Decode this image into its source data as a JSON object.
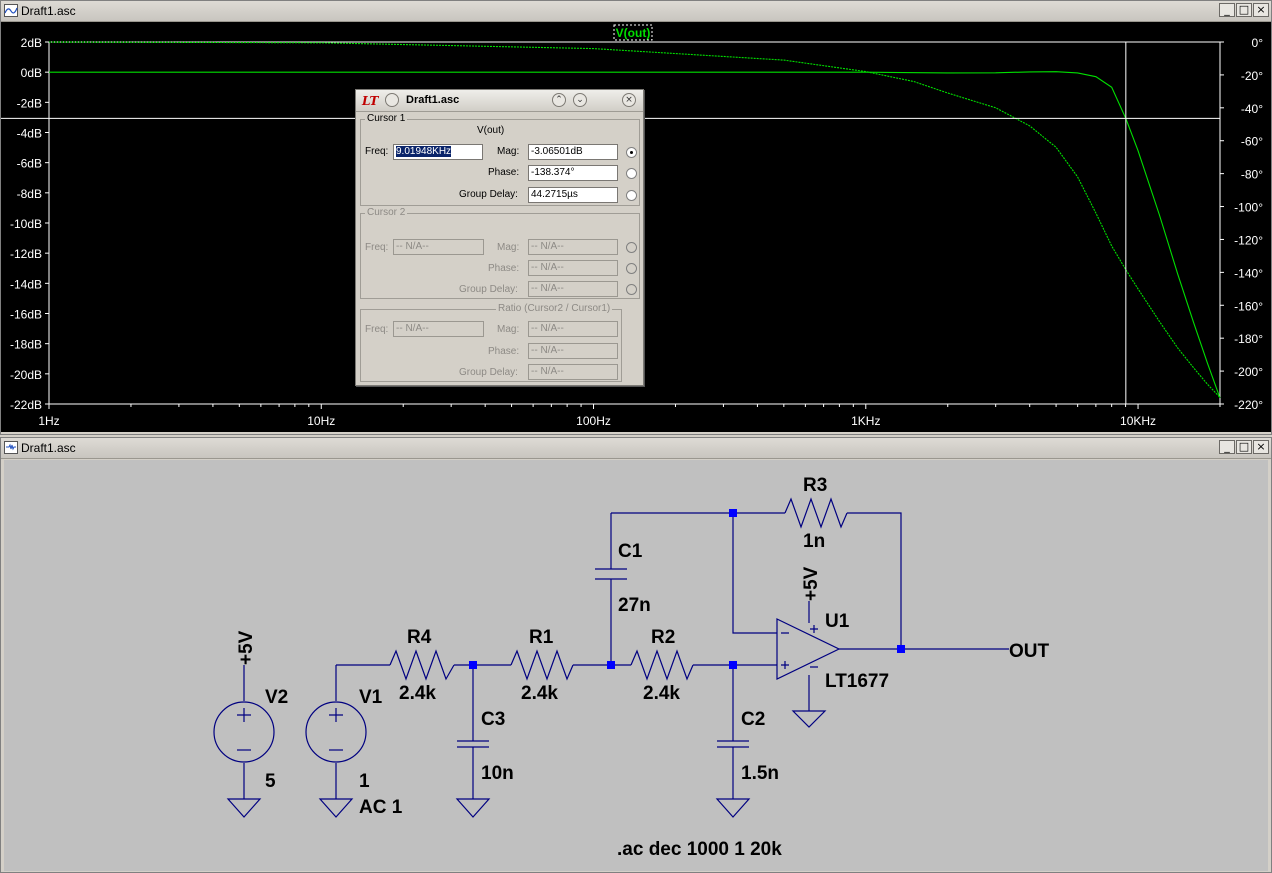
{
  "plot_window": {
    "title": "Draft1.asc",
    "trace_label": "V(out)"
  },
  "chart_data": {
    "type": "line",
    "title": "",
    "trace": "V(out)",
    "x_scale": "log",
    "xlim": [
      1,
      20000
    ],
    "x_ticks": [
      1,
      10,
      100,
      1000,
      10000
    ],
    "x_tick_labels": [
      "1Hz",
      "10Hz",
      "100Hz",
      "1KHz",
      "10KHz"
    ],
    "ylim_left": [
      -22,
      2
    ],
    "y_ticks_left": [
      2,
      0,
      -2,
      -4,
      -6,
      -8,
      -10,
      -12,
      -14,
      -16,
      -18,
      -20,
      -22
    ],
    "y_tick_labels_left": [
      "2dB",
      "0dB",
      "-2dB",
      "-4dB",
      "-6dB",
      "-8dB",
      "-10dB",
      "-12dB",
      "-14dB",
      "-16dB",
      "-18dB",
      "-20dB",
      "-22dB"
    ],
    "ylim_right": [
      -220,
      0
    ],
    "y_ticks_right": [
      0,
      -20,
      -40,
      -60,
      -80,
      -100,
      -120,
      -140,
      -160,
      -180,
      -200,
      -220
    ],
    "y_tick_labels_right": [
      "0°",
      "-20°",
      "-40°",
      "-60°",
      "-80°",
      "-100°",
      "-120°",
      "-140°",
      "-160°",
      "-180°",
      "-200°",
      "-220°"
    ],
    "grid": false,
    "series": [
      {
        "axis": "left",
        "x": [
          1,
          10,
          100,
          1000,
          2000,
          3000,
          4000,
          5000,
          6000,
          7000,
          8000,
          9019,
          10000,
          12000,
          14000,
          16000,
          18000,
          20000
        ],
        "y": [
          0,
          0,
          0,
          0,
          -0.05,
          -0.04,
          0.02,
          0.03,
          -0.05,
          -0.3,
          -1.0,
          -3.065,
          -5.2,
          -9.5,
          -13.4,
          -16.6,
          -19.3,
          -21.6
        ]
      },
      {
        "axis": "right",
        "x": [
          1,
          10,
          100,
          500,
          1000,
          1500,
          2000,
          3000,
          4000,
          5000,
          6000,
          7000,
          8000,
          9019,
          10000,
          12000,
          14000,
          16000,
          18000,
          20000
        ],
        "y": [
          0,
          -0.5,
          -4,
          -11,
          -18,
          -24,
          -31,
          -40,
          -51,
          -64,
          -82,
          -104,
          -124,
          -138.4,
          -150,
          -170,
          -186,
          -198,
          -208,
          -216
        ]
      }
    ],
    "cursor": {
      "x": 9019.48,
      "y_left": -3.06501
    },
    "colors": {
      "trace": "#00e000",
      "cursor": "#ffffff",
      "background": "#000000",
      "axes_text": "#ffffff"
    }
  },
  "cursor_dialog": {
    "logo": "LT",
    "title": "Draft1.asc",
    "cursor1": {
      "label": "Cursor 1",
      "trace": "V(out)",
      "freq_label": "Freq:",
      "freq_value": "9.01948KHz",
      "mag_label": "Mag:",
      "mag_value": "-3.06501dB",
      "phase_label": "Phase:",
      "phase_value": "-138.374°",
      "gd_label": "Group Delay:",
      "gd_value": "44.2715µs"
    },
    "cursor2": {
      "label": "Cursor 2",
      "freq_label": "Freq:",
      "freq_value": "-- N/A--",
      "mag_label": "Mag:",
      "mag_value": "-- N/A--",
      "phase_label": "Phase:",
      "phase_value": "-- N/A--",
      "gd_label": "Group Delay:",
      "gd_value": "-- N/A--"
    },
    "ratio": {
      "label": "Ratio (Cursor2 / Cursor1)",
      "freq_label": "Freq:",
      "freq_value": "-- N/A--",
      "mag_label": "Mag:",
      "mag_value": "-- N/A--",
      "phase_label": "Phase:",
      "phase_value": "-- N/A--",
      "gd_label": "Group Delay:",
      "gd_value": "-- N/A--"
    }
  },
  "schematic_window": {
    "title": "Draft1.asc",
    "components": {
      "r3": {
        "name": "R3",
        "value": "1n"
      },
      "c1": {
        "name": "C1",
        "value": "27n"
      },
      "r4": {
        "name": "R4",
        "value": "2.4k"
      },
      "r1": {
        "name": "R1",
        "value": "2.4k"
      },
      "r2": {
        "name": "R2",
        "value": "2.4k"
      },
      "c3": {
        "name": "C3",
        "value": "10n"
      },
      "c2": {
        "name": "C2",
        "value": "1.5n"
      },
      "v1": {
        "name": "V1",
        "value": "1",
        "ac": "AC 1"
      },
      "v2": {
        "name": "V2",
        "value": "5"
      },
      "u1": {
        "name": "U1",
        "model": "LT1677"
      }
    },
    "net_labels": {
      "v2_supply": "+5V",
      "u1_supply": "+5V",
      "out": "OUT"
    },
    "directive": ".ac dec 1000 1 20k"
  }
}
